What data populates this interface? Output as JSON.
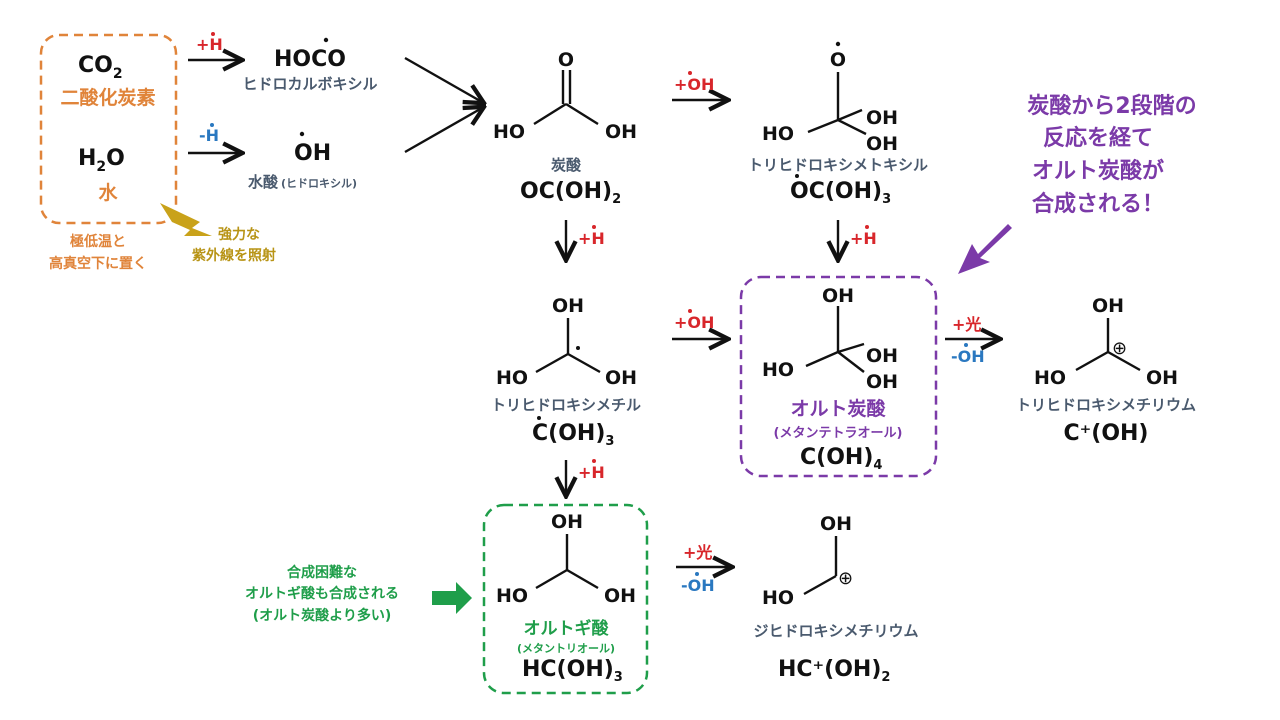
{
  "reactants": {
    "co2": "CO",
    "co2_sub": "2",
    "co2_name": "二酸化炭素",
    "h2o": "H",
    "h2o_sub": "2",
    "h2o_o": "O",
    "h2o_name": "水"
  },
  "conditions": {
    "line1": "極低温と",
    "line2": "高真空下に置く",
    "uv1": "強力な",
    "uv2": "紫外線を照射"
  },
  "steps": {
    "plus_h": "+H",
    "minus_h": "-H",
    "plus_oh": "+OH",
    "minus_oh": "-OH",
    "plus_light": "+光"
  },
  "hoco": {
    "formula": "HOCO",
    "name": "ヒドロカルボキシル"
  },
  "oh_radical": {
    "formula": "OH",
    "name": "水酸",
    "name_small": "(ヒドロキシル)"
  },
  "carbonic_acid": {
    "name": "炭酸",
    "formula": "OC(OH)",
    "sub": "2"
  },
  "trihydroxymethoxyl": {
    "name": "トリヒドロキシメトキシル",
    "formula": "OC(OH)",
    "sub": "3"
  },
  "trihydroxymethyl": {
    "name": "トリヒドロキシメチル",
    "formula": "C(OH)",
    "sub": "3"
  },
  "orthocarbonic": {
    "name": "オルト炭酸",
    "sub_name": "(メタンテトラオール)",
    "formula": "C(OH)",
    "sub": "4"
  },
  "trihydroxymethylium": {
    "name": "トリヒドロキシメチリウム",
    "formula": "C⁺(OH)"
  },
  "orthoformic": {
    "name": "オルトギ酸",
    "sub_name": "(メタントリオール)",
    "formula": "HC(OH)",
    "sub": "3"
  },
  "dihydroxymethylium": {
    "name": "ジヒドロキシメチリウム",
    "formula": "HC⁺(OH)",
    "sub": "2"
  },
  "atoms": {
    "o": "O",
    "oh": "OH",
    "ho": "HO",
    "dot": "•",
    "cation": "⊕"
  },
  "callout": {
    "line1": "炭酸から2段階の",
    "line2": "反応を経て",
    "line3": "オルト炭酸が",
    "line4": "合成される！"
  },
  "green_note": {
    "line1": "合成困難な",
    "line2": "オルトギ酸も合成される",
    "line3": "(オルト炭酸より多い)"
  },
  "colors": {
    "orange": "#e0843a",
    "purple": "#7b3aa8",
    "green": "#1f9e4a",
    "red": "#d8262b",
    "blue": "#2a78c0",
    "gold": "#b89416"
  }
}
